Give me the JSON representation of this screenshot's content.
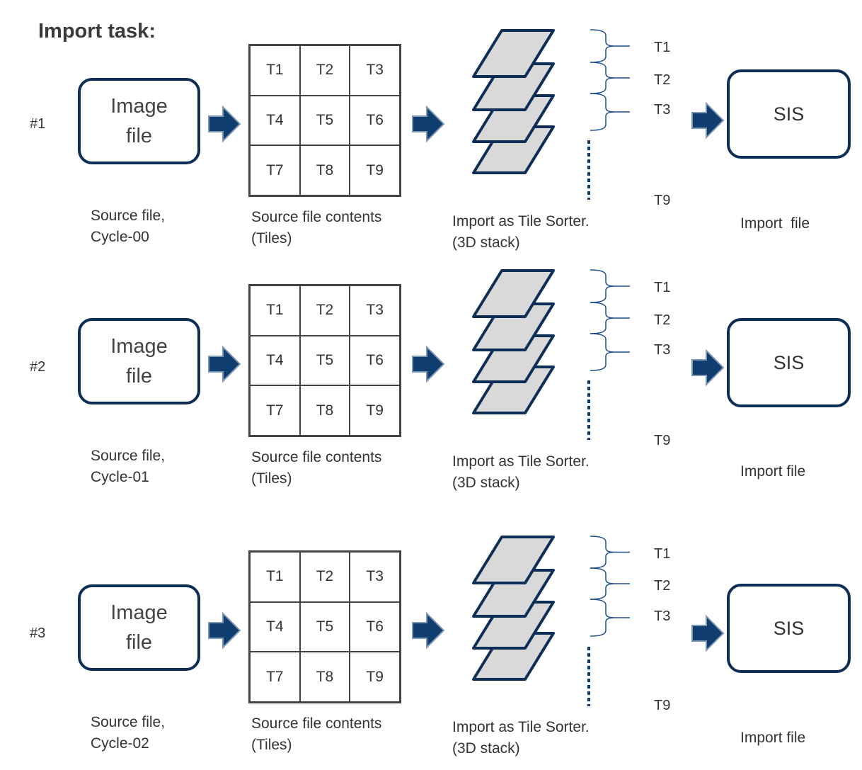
{
  "title": "Import task:",
  "rows": [
    {
      "label": "#1",
      "image_box": [
        "Image",
        "file"
      ],
      "source_caption": [
        "Source file,",
        "Cycle-00"
      ],
      "tiles": [
        "T1",
        "T2",
        "T3",
        "T4",
        "T5",
        "T6",
        "T7",
        "T8",
        "T9"
      ],
      "contents_caption": [
        "Source file contents",
        "(Tiles)"
      ],
      "stack_caption": [
        "Import as Tile Sorter.",
        "(3D stack)"
      ],
      "tile_labels": [
        "T1",
        "T2",
        "T3",
        "T9"
      ],
      "sis": "SIS",
      "import_caption": "Import  file"
    },
    {
      "label": "#2",
      "image_box": [
        "Image",
        "file"
      ],
      "source_caption": [
        "Source file,",
        "Cycle-01"
      ],
      "tiles": [
        "T1",
        "T2",
        "T3",
        "T4",
        "T5",
        "T6",
        "T7",
        "T8",
        "T9"
      ],
      "contents_caption": [
        "Source file contents",
        "(Tiles)"
      ],
      "stack_caption": [
        "Import as Tile Sorter.",
        "(3D stack)"
      ],
      "tile_labels": [
        "T1",
        "T2",
        "T3",
        "T9"
      ],
      "sis": "SIS",
      "import_caption": "Import file"
    },
    {
      "label": "#3",
      "image_box": [
        "Image",
        "file"
      ],
      "source_caption": [
        "Source file,",
        "Cycle-02"
      ],
      "tiles": [
        "T1",
        "T2",
        "T3",
        "T4",
        "T5",
        "T6",
        "T7",
        "T8",
        "T9"
      ],
      "contents_caption": [
        "Source file contents",
        "(Tiles)"
      ],
      "stack_caption": [
        "Import as Tile Sorter.",
        "(3D stack)"
      ],
      "tile_labels": [
        "T1",
        "T2",
        "T3",
        "T9"
      ],
      "sis": "SIS",
      "import_caption": "Import file"
    }
  ],
  "colors": {
    "navy": "#0f2e55",
    "arrow": "#0f3d6e",
    "brace": "#1f4e8c",
    "sheet": "#d9d9d9"
  }
}
